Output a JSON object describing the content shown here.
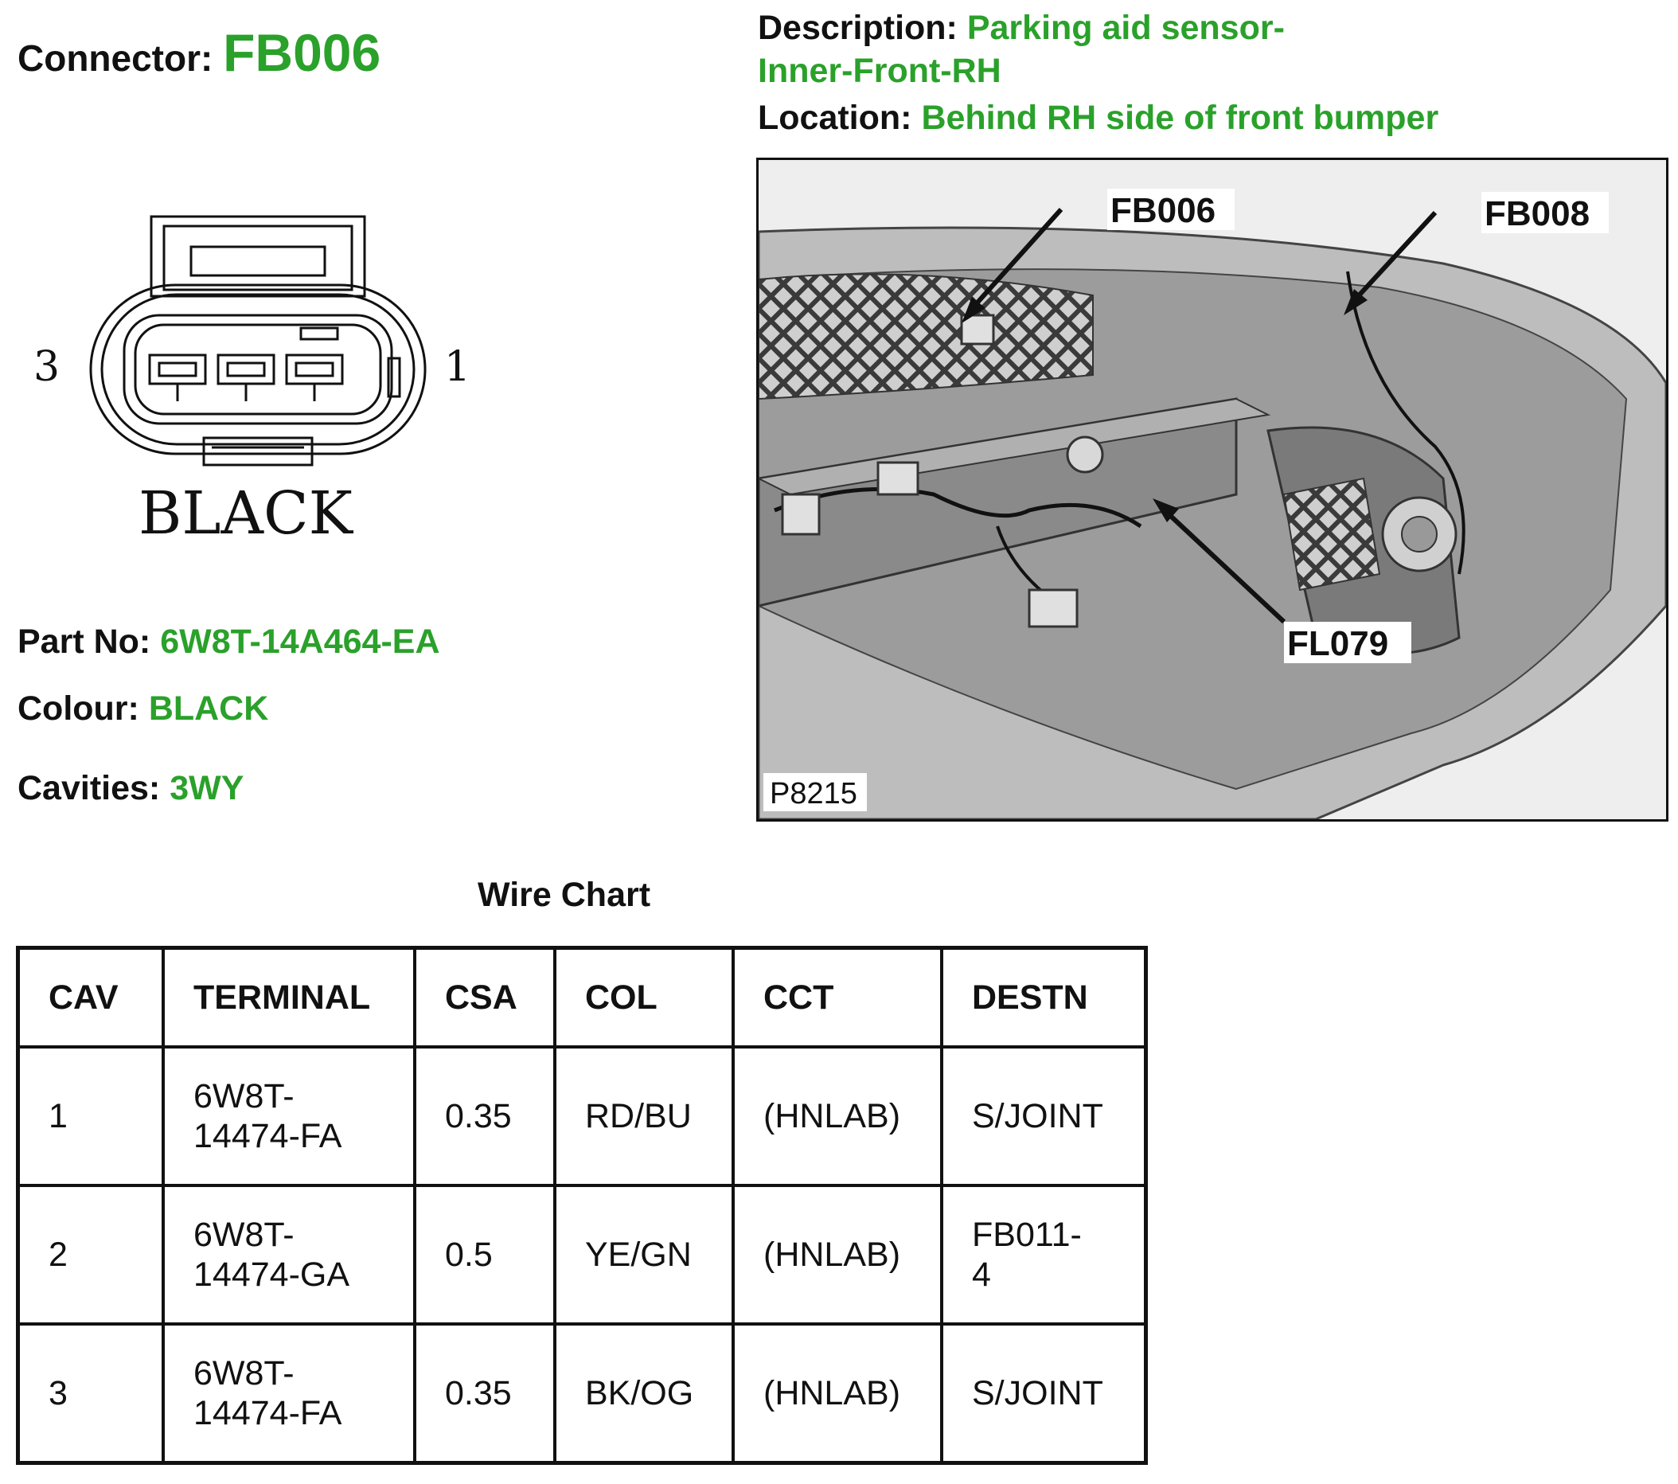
{
  "connector": {
    "label": "Connector:",
    "id": "FB006"
  },
  "description": {
    "label": "Description:",
    "line1": "Parking aid sensor-",
    "line2": "Inner-Front-RH"
  },
  "location": {
    "label": "Location:",
    "value": "Behind RH side of front bumper"
  },
  "figure": {
    "pin_left": "3",
    "pin_right": "1",
    "colour_text": "BLACK"
  },
  "part": {
    "label": "Part No:",
    "value": "6W8T-14A464-EA"
  },
  "colour": {
    "label": "Colour:",
    "value": "BLACK"
  },
  "cavities": {
    "label": "Cavities:",
    "value": "3WY"
  },
  "photo": {
    "callouts": [
      "FB006",
      "FB008",
      "FL079"
    ],
    "id": "P8215"
  },
  "wire_chart": {
    "title": "Wire Chart",
    "headers": [
      "CAV",
      "TERMINAL",
      "CSA",
      "COL",
      "CCT",
      "DESTN"
    ],
    "rows": [
      {
        "cav": "1",
        "terminal_1": "6W8T-",
        "terminal_2": "14474-FA",
        "csa": "0.35",
        "col": "RD/BU",
        "cct": "(HNLAB)",
        "destn_1": "S/JOINT",
        "destn_2": ""
      },
      {
        "cav": "2",
        "terminal_1": "6W8T-",
        "terminal_2": "14474-GA",
        "csa": "0.5",
        "col": "YE/GN",
        "cct": "(HNLAB)",
        "destn_1": "FB011-",
        "destn_2": "4"
      },
      {
        "cav": "3",
        "terminal_1": "6W8T-",
        "terminal_2": "14474-FA",
        "csa": "0.35",
        "col": "BK/OG",
        "cct": "(HNLAB)",
        "destn_1": "S/JOINT",
        "destn_2": ""
      }
    ]
  }
}
